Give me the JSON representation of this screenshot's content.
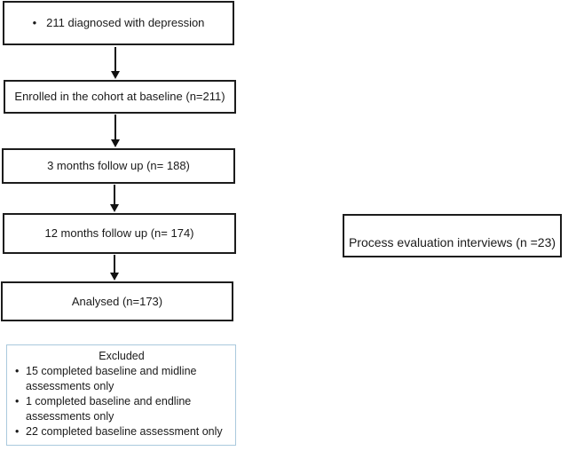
{
  "flow": {
    "boxes": [
      {
        "label": "211 diagnosed with depression",
        "bulleted": true
      },
      {
        "label": "Enrolled in the cohort at baseline (n=211)",
        "bulleted": false
      },
      {
        "label": "3 months follow up (n= 188)",
        "bulleted": false
      },
      {
        "label": "12 months follow up (n= 174)",
        "bulleted": false
      },
      {
        "label": "Analysed (n=173)",
        "bulleted": false
      }
    ]
  },
  "side_box": {
    "label": "Process evaluation interviews (n =23)"
  },
  "excluded": {
    "title": "Excluded",
    "items": [
      "15 completed baseline and midline assessments only",
      "1 completed baseline and endline assessments only",
      "22 completed baseline assessment only"
    ]
  },
  "colors": {
    "background": "#ffffff",
    "box_border": "#1c1c1c",
    "excluded_border": "#aac9dd",
    "arrow": "#111111",
    "text": "#1a1a1a"
  }
}
